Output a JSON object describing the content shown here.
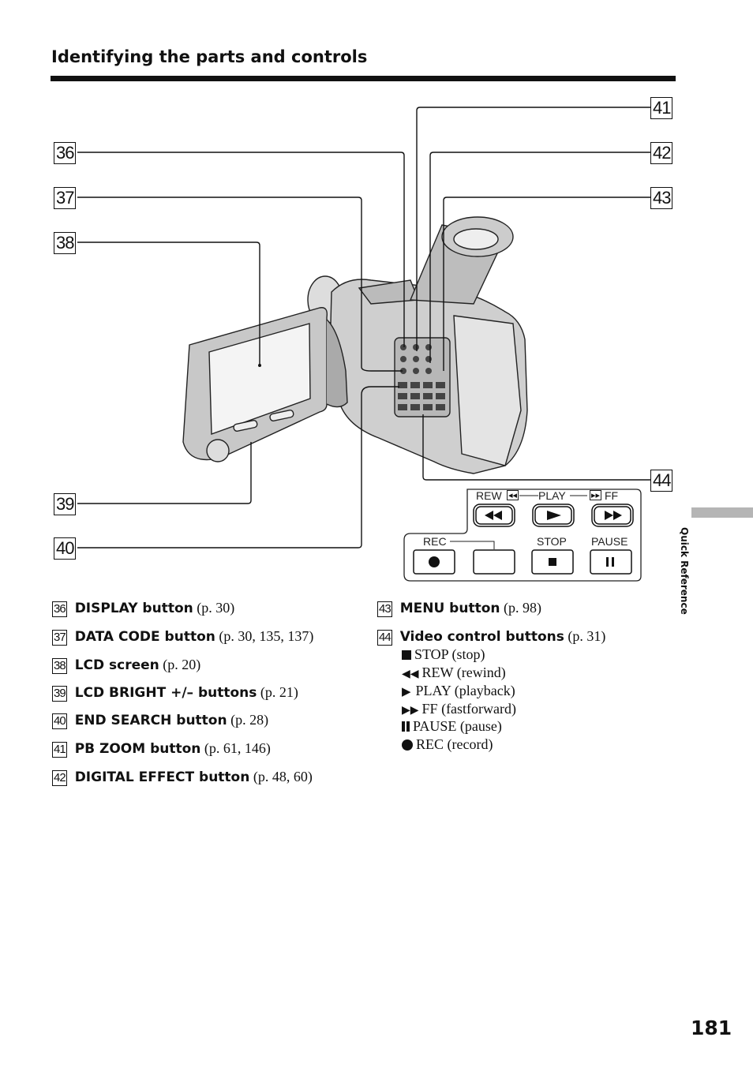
{
  "header": {
    "title": "Identifying the parts and controls"
  },
  "callouts": [
    "36",
    "37",
    "38",
    "39",
    "40",
    "41",
    "42",
    "43",
    "44"
  ],
  "video_panel": {
    "rew_label": "REW",
    "play_label": "PLAY",
    "ff_label": "FF",
    "rec_label": "REC",
    "stop_label": "STOP",
    "pause_label": "PAUSE"
  },
  "items": [
    {
      "num": "36",
      "name": "DISPLAY button",
      "ref": "(p. 30)"
    },
    {
      "num": "37",
      "name": "DATA CODE button",
      "ref": "(p. 30, 135, 137)"
    },
    {
      "num": "38",
      "name": "LCD screen",
      "ref": "(p. 20)"
    },
    {
      "num": "39",
      "name": "LCD BRIGHT +/– buttons",
      "ref": "(p. 21)"
    },
    {
      "num": "40",
      "name": "END SEARCH button",
      "ref": "(p. 28)"
    },
    {
      "num": "41",
      "name": "PB ZOOM button",
      "ref": "(p. 61, 146)"
    },
    {
      "num": "42",
      "name": "DIGITAL EFFECT button",
      "ref": "(p. 48, 60)"
    },
    {
      "num": "43",
      "name": "MENU button",
      "ref": "(p. 98)"
    },
    {
      "num": "44",
      "name": "Video control buttons",
      "ref": "(p. 31)"
    }
  ],
  "video_controls": [
    {
      "icon": "stop-icon",
      "text": "STOP (stop)"
    },
    {
      "icon": "rewind-icon",
      "text": "REW (rewind)"
    },
    {
      "icon": "play-icon",
      "text": "PLAY (playback)"
    },
    {
      "icon": "fastforward-icon",
      "text": "FF (fastforward)"
    },
    {
      "icon": "pause-icon",
      "text": "PAUSE (pause)"
    },
    {
      "icon": "record-icon",
      "text": "REC (record)"
    }
  ],
  "sidebar": {
    "label": "Quick Reference"
  },
  "page_number": "181"
}
